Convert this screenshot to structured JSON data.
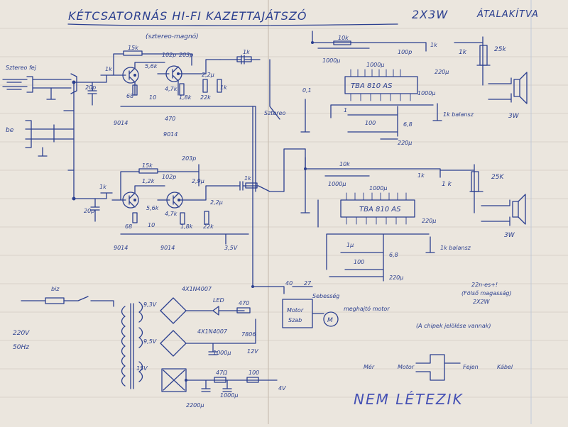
{
  "header": {
    "title": "KÉTCSATORNÁS HI-FI KAZETTAJÁTSZÓ",
    "power_rating": "2X3W",
    "corner_note": "ÁTALAKÍTVA",
    "subtitle": "(sztereo-magnó)"
  },
  "inputs": {
    "stereo_jack": "Sztereo fej",
    "be_label": "be"
  },
  "preamp_top": {
    "r_feedback": "15k",
    "c_feedback": "203p",
    "c_coupling": "102p",
    "r_5k6": "5,6k",
    "c_in": "20p",
    "r_in": "1k",
    "r_68": "68",
    "c_10": "10",
    "r_47k": "4,7k",
    "r_18k": "1,8k",
    "r_22k": "22k",
    "r_1k": "1k",
    "c_22": "2,2µ",
    "r_out": "1k",
    "c_470": "470",
    "transistor_a": "9014",
    "transistor_b": "9014",
    "switch": "Sztereo"
  },
  "preamp_bottom": {
    "r_feedback": "15k",
    "c_feedback": "203p",
    "c_coupling": "102p",
    "r_5k6": "5,6k",
    "c_in": "20p",
    "r_in": "1k",
    "r_68": "68",
    "c_10": "10",
    "r_47k": "4,7k",
    "r_18k": "1,8k",
    "r_22k": "22k",
    "c_22": "2,2µ",
    "c_29": "2,9µ",
    "r_out": "1k",
    "r_12k": "1,2k",
    "voltage": "3,5V",
    "transistor_a": "9014",
    "transistor_b": "9014"
  },
  "amp_top": {
    "chip": "TBA 810 AS",
    "r_10k": "10k",
    "r_1k": "1k",
    "c_1000": "1000µ",
    "c_100p": "100p",
    "c_220": "220µ",
    "c_1000b": "1000µ",
    "c_1000c": "1000µ",
    "r_100": "100",
    "c_01": "0,1",
    "r_1a": "1",
    "r_68": "6,8",
    "c_220p": "220µ",
    "balance": "1k balansz",
    "volume_pot": "25k",
    "volume_r": "1k",
    "speaker": "3W"
  },
  "amp_bottom": {
    "chip": "TBA 810 AS",
    "r_10k": "10k",
    "c_1000": "1000µ",
    "r_1k": "1k",
    "c_100": "1000µ",
    "c_220": "220µ",
    "r_100": "100",
    "r_68": "6,8",
    "r_1": "1µ",
    "balance": "1k balansz",
    "volume_pot": "25K",
    "volume_r": "1 k",
    "speaker": "3W",
    "c_220b": "220µ"
  },
  "power_supply": {
    "fuse": "biz",
    "mains": "220V",
    "freq": "50Hz",
    "bridge_diodes": "4X1N4007",
    "bridge_diodes_2": "4X1N4007",
    "v1": "9,3V",
    "v2": "9,5V",
    "v3": "15V",
    "led": "LED",
    "r_led": "470",
    "regulator": "7806",
    "c_1000": "1000µ",
    "v_out": "12V",
    "r_47": "47Ω",
    "c_2200": "2200µ",
    "c_1000b": "1000µ",
    "r_100": "100",
    "v_low": "4V"
  },
  "motor": {
    "speed": "Sebesség",
    "motor_label": "Motor",
    "control": "Szab",
    "drive": "meghajtó motor",
    "r_40": "40",
    "r_23": "27"
  },
  "notes": {
    "note_right_1": "22n-es+!",
    "note_right_2": "(Fölső magasság)",
    "note_right_3": "2X2W",
    "note_chips": "(A chipek jelölése vannak)",
    "mech_label_1": "Mér",
    "mech_label_2": "Motor",
    "mech_label_3": "Fejen",
    "mech_label_4": "Kábel",
    "stamp": "NEM LÉTEZIK"
  }
}
